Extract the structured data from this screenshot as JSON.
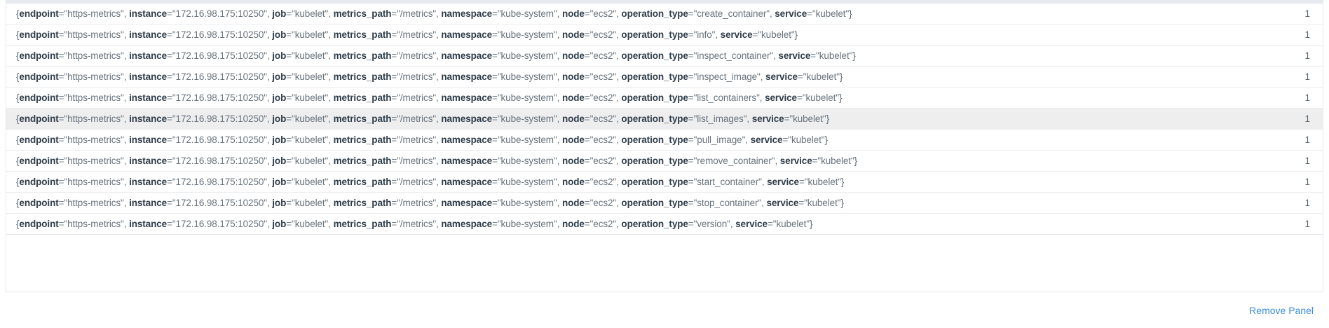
{
  "panel": {
    "value_column_label": "",
    "label_order": [
      "endpoint",
      "instance",
      "job",
      "metrics_path",
      "namespace",
      "node",
      "operation_type",
      "service"
    ],
    "common_labels": {
      "endpoint": "https-metrics",
      "instance": "172.16.98.175:10250",
      "job": "kubelet",
      "metrics_path": "/metrics",
      "namespace": "kube-system",
      "node": "ecs2",
      "service": "kubelet"
    },
    "rows": [
      {
        "operation_type": "create_container",
        "value": "1",
        "hovered": false
      },
      {
        "operation_type": "info",
        "value": "1",
        "hovered": false
      },
      {
        "operation_type": "inspect_container",
        "value": "1",
        "hovered": false
      },
      {
        "operation_type": "inspect_image",
        "value": "1",
        "hovered": false
      },
      {
        "operation_type": "list_containers",
        "value": "1",
        "hovered": false
      },
      {
        "operation_type": "list_images",
        "value": "1",
        "hovered": true
      },
      {
        "operation_type": "pull_image",
        "value": "1",
        "hovered": false
      },
      {
        "operation_type": "remove_container",
        "value": "1",
        "hovered": false
      },
      {
        "operation_type": "start_container",
        "value": "1",
        "hovered": false
      },
      {
        "operation_type": "stop_container",
        "value": "1",
        "hovered": false
      },
      {
        "operation_type": "version",
        "value": "1",
        "hovered": false
      }
    ]
  },
  "footer": {
    "remove_panel_label": "Remove Panel"
  },
  "colors": {
    "link": "#3c8dde",
    "label_key": "#2f3d4a",
    "label_value": "#68737d",
    "row_hover_bg": "#eeeeef",
    "border": "#e4e7eb"
  }
}
